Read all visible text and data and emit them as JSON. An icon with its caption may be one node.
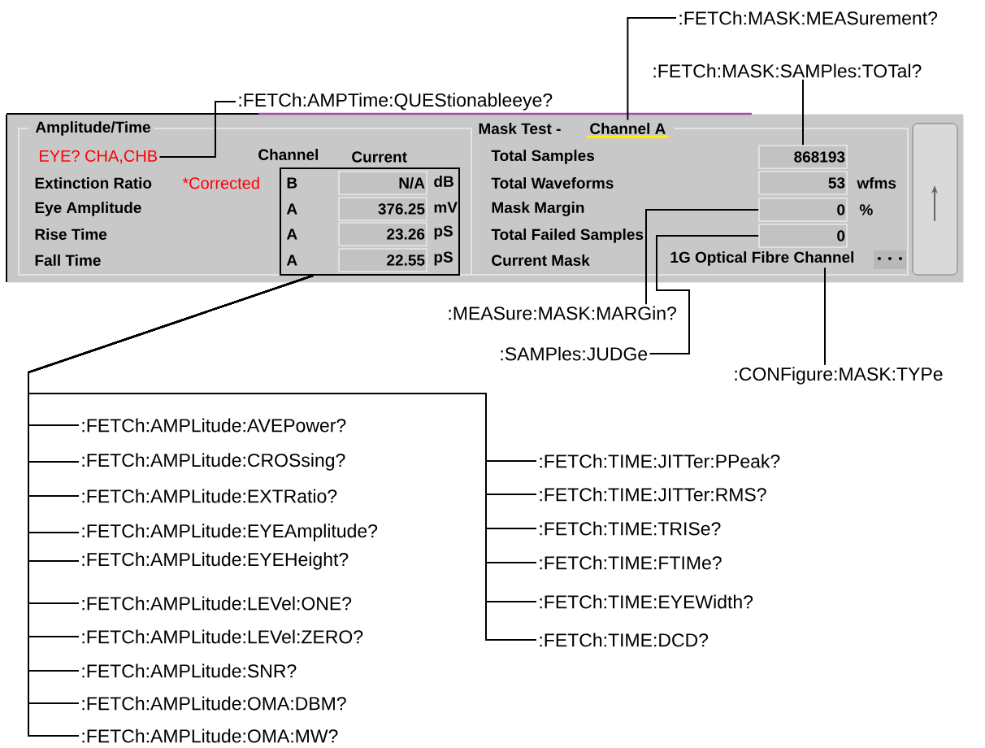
{
  "diagram": {
    "nodes": [
      {
        "text": [
          ":FETCh:AMPTime:QUEStionableeye?"
        ]
      },
      {
        "text": [
          "EYE? CHA,CHB"
        ]
      },
      {
        "text": [
          ":FETCh:MASK:MEASurement?"
        ]
      },
      {
        "text": [
          "Channel A"
        ]
      },
      {
        "text": [
          ":FETCh:MASK:SAMPles:TOTal?"
        ]
      },
      {
        "text": [
          "868193"
        ]
      },
      {
        "text": [
          "0"
        ]
      },
      {
        "text": [
          "0"
        ]
      },
      {
        "text": [
          "1G Optical Fibre Channel"
        ]
      },
      {
        "text": [
          ":MEASure:MASK:MARGin?"
        ]
      },
      {
        "text": [
          ":SAMPles:JUDGe"
        ]
      },
      {
        "text": [
          ":CONFigure:MASK:TYPe"
        ]
      },
      {
        "text": [],
        "shape": "box",
        "beside": [
          "Channel",
          "Current"
        ]
      },
      {
        "text": [
          ":FETCh:AMPLitude:AVEPower?"
        ]
      },
      {
        "text": [
          ":FETCh:AMPLitude:CROSsing?"
        ]
      },
      {
        "text": [
          ":FETCh:AMPLitude:EXTRatio?"
        ]
      },
      {
        "text": [
          ":FETCh:AMPLitude:EYEAmplitude?"
        ]
      },
      {
        "text": [
          ":FETCh:AMPLitude:EYEHeight?"
        ]
      },
      {
        "text": [
          ":FETCh:AMPLitude:LEVel:ONE?"
        ]
      },
      {
        "text": [
          ":FETCh:AMPLitude:LEVel:ZERO?"
        ]
      },
      {
        "text": [
          ":FETCh:AMPLitude:SNR?"
        ]
      },
      {
        "text": [
          ":FETCh:AMPLitude:OMA:DBM?"
        ]
      },
      {
        "text": [
          ":FETCh:AMPLitude:OMA:MW?"
        ]
      },
      {
        "text": [
          ":FETCh:TIME:JITTer:PPeak?"
        ]
      },
      {
        "text": [
          ":FETCh:TIME:JITTer:RMS?"
        ]
      },
      {
        "text": [
          ":FETCh:TIME:TRISe?"
        ]
      },
      {
        "text": [
          ":FETCh:TIME:FTIMe?"
        ]
      },
      {
        "text": [
          ":FETCh:TIME:EYEWidth?"
        ]
      },
      {
        "text": [
          ":FETCh:TIME:DCD?"
        ]
      }
    ],
    "edges": [
      {
        "from": 0,
        "to": 1,
        "arrow": "none"
      },
      {
        "from": 2,
        "to": 3,
        "arrow": "none"
      },
      {
        "from": 4,
        "to": 5,
        "arrow": "none"
      },
      {
        "from": 9,
        "to": 6,
        "arrow": "none"
      },
      {
        "from": 10,
        "to": 7,
        "arrow": "none"
      },
      {
        "from": 11,
        "to": 8,
        "arrow": "none"
      },
      {
        "from": 13,
        "to": 12,
        "arrow": "none"
      },
      {
        "from": 14,
        "to": 12,
        "arrow": "none"
      },
      {
        "from": 15,
        "to": 12,
        "arrow": "none"
      },
      {
        "from": 16,
        "to": 12,
        "arrow": "none"
      },
      {
        "from": 17,
        "to": 12,
        "arrow": "none"
      },
      {
        "from": 18,
        "to": 12,
        "arrow": "none"
      },
      {
        "from": 19,
        "to": 12,
        "arrow": "none"
      },
      {
        "from": 20,
        "to": 12,
        "arrow": "none"
      },
      {
        "from": 21,
        "to": 12,
        "arrow": "none"
      },
      {
        "from": 22,
        "to": 12,
        "arrow": "none"
      },
      {
        "from": 23,
        "to": 12,
        "arrow": "none"
      },
      {
        "from": 24,
        "to": 12,
        "arrow": "none"
      },
      {
        "from": 25,
        "to": 12,
        "arrow": "none"
      },
      {
        "from": 26,
        "to": 12,
        "arrow": "none"
      },
      {
        "from": 27,
        "to": 12,
        "arrow": "none"
      },
      {
        "from": 28,
        "to": 12,
        "arrow": "none"
      }
    ],
    "labels": [
      "Amplitude/Time",
      "Extinction Ratio",
      "*Corrected",
      "B",
      "N/A",
      "dB",
      "Eye Amplitude",
      "A",
      "376.25",
      "mV",
      "Rise Time",
      "A",
      "23.26",
      "pS",
      "Fall Time",
      "A",
      "22.55",
      "pS",
      "Mask Test -",
      "Total Samples",
      "Total Waveforms",
      "53",
      "wfms",
      "Mask Margin",
      "%",
      "Total Failed Samples",
      "Current Mask"
    ]
  }
}
